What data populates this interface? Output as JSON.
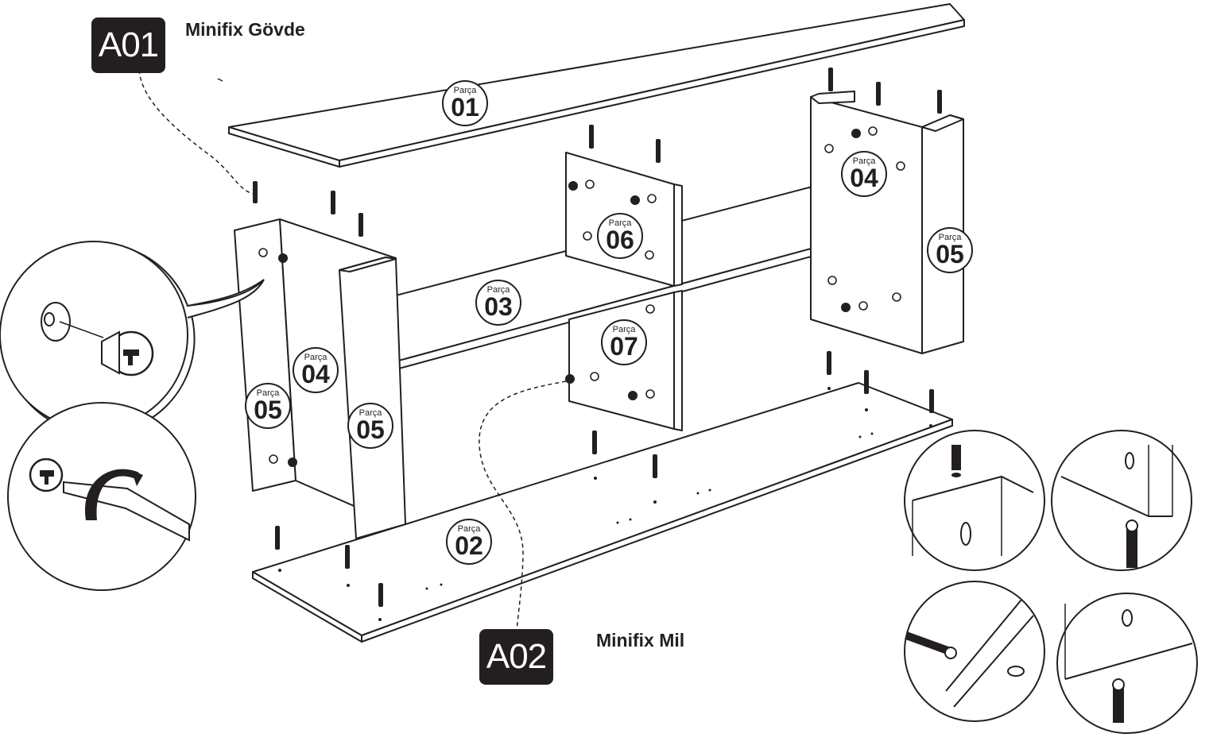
{
  "callouts": {
    "a01": {
      "code": "A01",
      "label": "Minifix Gövde"
    },
    "a02": {
      "code": "A02",
      "label": "Minifix Mil"
    }
  },
  "part_label": "Parça",
  "parts": {
    "p01": "01",
    "p02": "02",
    "p03": "03",
    "p04_left": "04",
    "p04_right": "04",
    "p05_left_back": "05",
    "p05_left_front": "05",
    "p05_right": "05",
    "p06": "06",
    "p07": "07"
  },
  "colors": {
    "line": "#231f20",
    "panel": "#ffffff",
    "tag_bg": "#231f20",
    "tag_text": "#ffffff"
  }
}
